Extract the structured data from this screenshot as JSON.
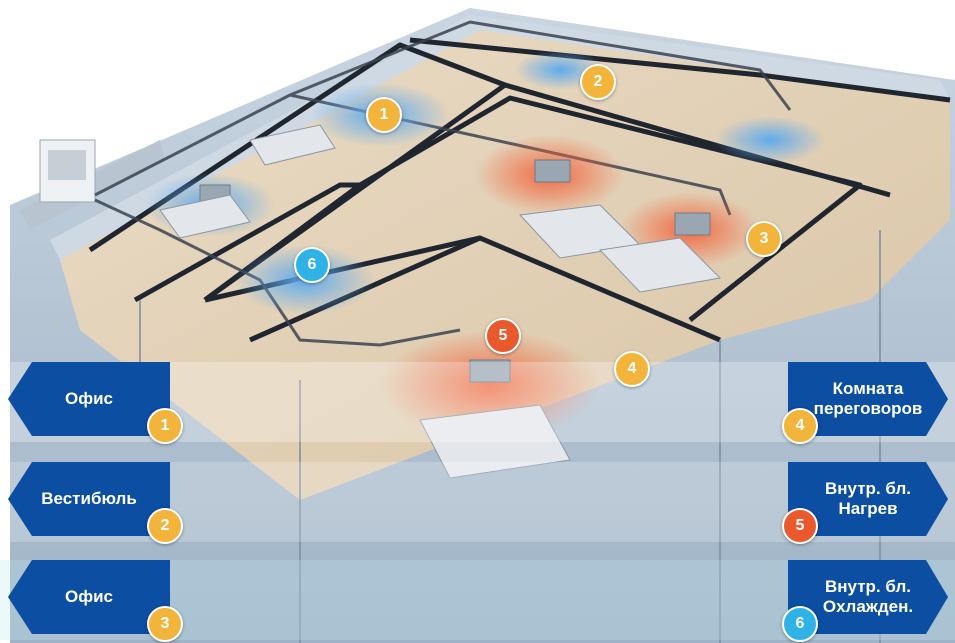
{
  "colors": {
    "label_fill": "#0b4ea2",
    "label_text": "#ffffff",
    "badge_office": "#f2b43a",
    "badge_heating": "#e9592b",
    "badge_cooling": "#2fb3e6",
    "airflow_cool": "#5aa9ee",
    "airflow_heat": "#f2633b"
  },
  "map_badges": [
    {
      "number": "1",
      "color": "#f2b43a"
    },
    {
      "number": "2",
      "color": "#f2b43a"
    },
    {
      "number": "3",
      "color": "#f2b43a"
    },
    {
      "number": "4",
      "color": "#f2b43a"
    },
    {
      "number": "5",
      "color": "#e9592b"
    },
    {
      "number": "6",
      "color": "#2fb3e6"
    }
  ],
  "legend_left": [
    {
      "label": "Офис",
      "number": "1"
    },
    {
      "label": "Вестибюль",
      "number": "2"
    },
    {
      "label": "Офис",
      "number": "3"
    }
  ],
  "legend_right": [
    {
      "label_lines": [
        "Комната",
        "переговоров"
      ],
      "number": "4"
    },
    {
      "label_lines": [
        "Внутр. бл.",
        "Нагрев"
      ],
      "number": "5"
    },
    {
      "label_lines": [
        "Внутр. бл.",
        "Охлажден."
      ],
      "number": "6"
    }
  ]
}
